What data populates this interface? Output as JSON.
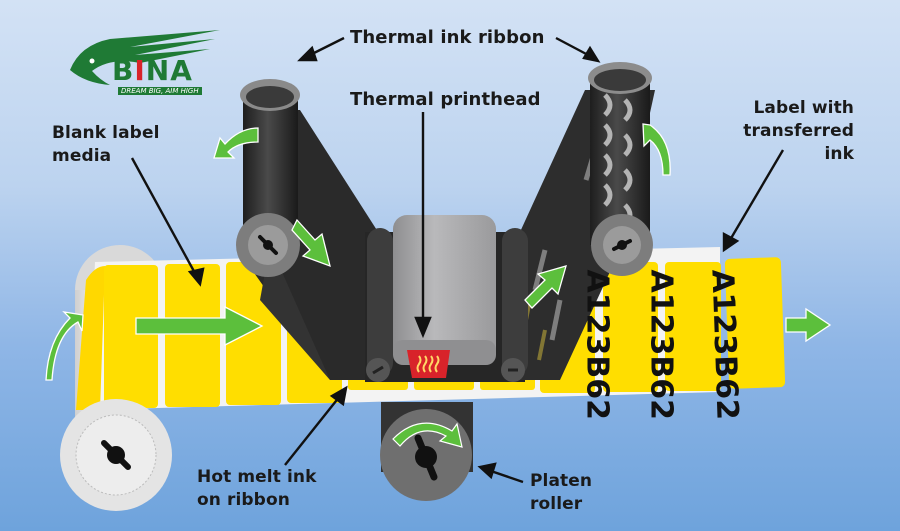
{
  "logo": {
    "brand_prefix": "B",
    "brand_accent": "I",
    "brand_suffix": "NA",
    "tagline": "DREAM BIG, AIM HIGH",
    "colors": {
      "green": "#1f7a35",
      "red": "#d8232a"
    }
  },
  "labels": {
    "thermal_ink_ribbon": "Thermal ink ribbon",
    "thermal_printhead": "Thermal printhead",
    "blank_label_media_line1": "Blank label",
    "blank_label_media_line2": "media",
    "label_transferred_line1": "Label with",
    "label_transferred_line2": "transferred",
    "label_transferred_line3": "ink",
    "hot_melt_line1": "Hot melt ink",
    "hot_melt_line2": "on ribbon",
    "platen_line1": "Platen",
    "platen_line2": "roller"
  },
  "printed_label_text": "A123B62",
  "colors": {
    "label_yellow": "#ffde00",
    "arrow_green": "#5cbf3c",
    "ribbon_black": "#2b2b2b",
    "roller_gray": "#7c7c7c",
    "printhead_gray": "#a9a9ab",
    "heater_red": "#d8232a"
  }
}
